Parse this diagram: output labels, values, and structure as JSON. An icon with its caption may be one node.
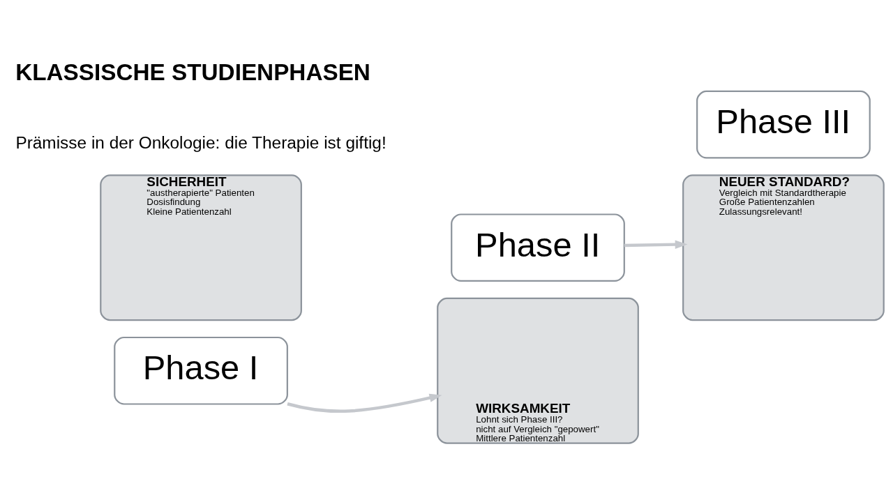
{
  "diagram": {
    "title": "KLASSISCHE STUDIENPHASEN",
    "nodes": [
      {
        "text": [
          "SICHERHEIT",
          "\"austherapierte\" Patienten",
          "Dosisfindung",
          "Kleine Patientenzahl"
        ]
      },
      {
        "text": [
          "Phase I"
        ]
      },
      {
        "text": [
          "Phase II"
        ]
      },
      {
        "text": [
          "WIRKSAMKEIT",
          "Lohnt sich Phase III?",
          "nicht auf Vergleich \"gepowert\"",
          "Mittlere Patientenzahl"
        ]
      },
      {
        "text": [
          "NEUER STANDARD?",
          "Vergleich mit Standardtherapie",
          "Große Patientenzahlen",
          "Zulassungsrelevant!"
        ]
      },
      {
        "text": [
          "Phase III"
        ]
      }
    ],
    "edges": [
      {
        "from": 1,
        "to": 3,
        "arrow": "to"
      },
      {
        "from": 2,
        "to": 4,
        "arrow": "to"
      }
    ],
    "labels": [
      "Prämisse in der Onkologie: die Therapie ist giftig!"
    ]
  }
}
